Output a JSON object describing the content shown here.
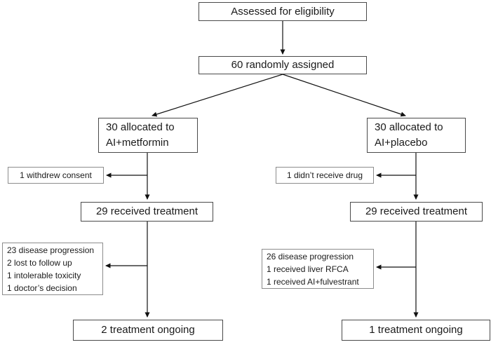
{
  "flowchart": {
    "assessed": {
      "label": "Assessed for eligibility"
    },
    "randomized": {
      "label": "60 randomly assigned"
    },
    "left_arm": {
      "allocated": {
        "line1": "30 allocated to",
        "line2": "AI+metformin"
      },
      "not_treated": {
        "label": "1 withdrew consent"
      },
      "received": {
        "label": "29 received treatment"
      },
      "discontinued": {
        "lines": [
          "23 disease progression",
          "2 lost to follow up",
          "1 intolerable toxicity",
          "1 doctor’s decision"
        ]
      },
      "ongoing": {
        "label": "2 treatment ongoing"
      }
    },
    "right_arm": {
      "allocated": {
        "line1": "30 allocated to",
        "line2": "AI+placebo"
      },
      "not_treated": {
        "label": "1 didn’t receive drug"
      },
      "received": {
        "label": "29 received treatment"
      },
      "discontinued": {
        "lines": [
          "26 disease progression",
          "1 received liver RFCA",
          "1 received AI+fulvestrant"
        ]
      },
      "ongoing": {
        "label": "1 treatment ongoing"
      }
    },
    "colors": {
      "border_main": "#4a4a4a",
      "border_side": "#8c8c8c",
      "arrow": "#111111",
      "text": "#1a1a1a",
      "background": "#ffffff"
    }
  }
}
